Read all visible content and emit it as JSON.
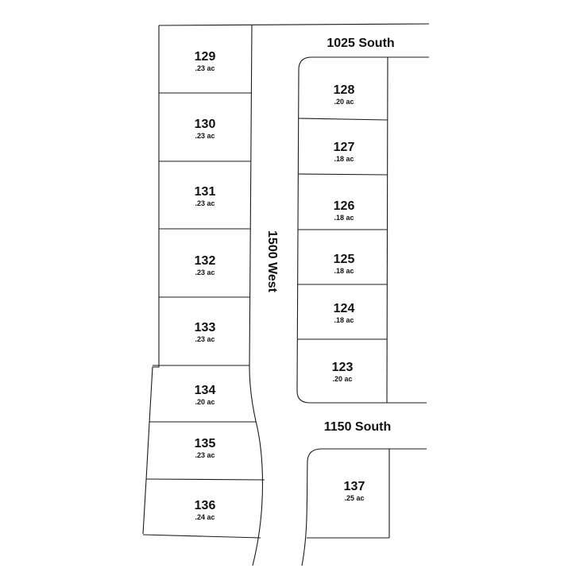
{
  "streets": {
    "north_street": "1025 South",
    "main_street": "1500 West",
    "south_street": "1150 South"
  },
  "lots": [
    {
      "number": "129",
      "area": ".23 ac"
    },
    {
      "number": "130",
      "area": ".23 ac"
    },
    {
      "number": "131",
      "area": ".23 ac"
    },
    {
      "number": "132",
      "area": ".23 ac"
    },
    {
      "number": "133",
      "area": ".23 ac"
    },
    {
      "number": "134",
      "area": ".20 ac"
    },
    {
      "number": "135",
      "area": ".23 ac"
    },
    {
      "number": "136",
      "area": ".24 ac"
    },
    {
      "number": "128",
      "area": ".20 ac"
    },
    {
      "number": "127",
      "area": ".18 ac"
    },
    {
      "number": "126",
      "area": ".18 ac"
    },
    {
      "number": "125",
      "area": ".18 ac"
    },
    {
      "number": "124",
      "area": ".18 ac"
    },
    {
      "number": "123",
      "area": ".20 ac"
    },
    {
      "number": "137",
      "area": ".25 ac"
    }
  ]
}
